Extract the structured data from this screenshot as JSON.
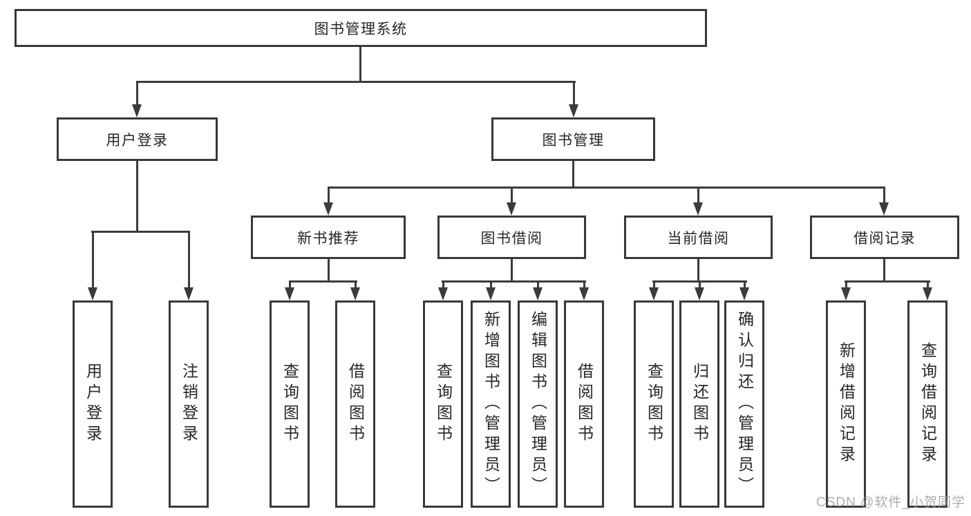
{
  "diagram": {
    "title": "图书管理系统",
    "watermark": "CSDN @软件_小贺同学",
    "colors": {
      "line": "#3b3b3b",
      "box_border": "#383838",
      "text": "#262626",
      "watermark": "#9e9e9e",
      "background": "#ffffff"
    },
    "nodes": {
      "root": {
        "label": "图书管理系统",
        "children": [
          "user_login_group",
          "book_mgmt"
        ]
      },
      "user_login_group": {
        "label": "用户登录",
        "children": [
          "login",
          "logout"
        ]
      },
      "book_mgmt": {
        "label": "图书管理",
        "children": [
          "new_book_rec",
          "book_borrow",
          "current_borrow",
          "borrow_records"
        ]
      },
      "new_book_rec": {
        "label": "新书推荐",
        "children": [
          "nbr_query",
          "nbr_borrow"
        ]
      },
      "book_borrow": {
        "label": "图书借阅",
        "children": [
          "bb_query",
          "bb_add",
          "bb_edit",
          "bb_borrow"
        ]
      },
      "current_borrow": {
        "label": "当前借阅",
        "children": [
          "cb_query",
          "cb_return",
          "cb_confirm"
        ]
      },
      "borrow_records": {
        "label": "借阅记录",
        "children": [
          "br_add",
          "br_query"
        ]
      },
      "login": {
        "label": "用户登录"
      },
      "logout": {
        "label": "注销登录"
      },
      "nbr_query": {
        "label": "查询图书"
      },
      "nbr_borrow": {
        "label": "借阅图书"
      },
      "bb_query": {
        "label": "查询图书"
      },
      "bb_add": {
        "label": "新增图书（管理员）"
      },
      "bb_edit": {
        "label": "编辑图书（管理员）"
      },
      "bb_borrow": {
        "label": "借阅图书"
      },
      "cb_query": {
        "label": "查询图书"
      },
      "cb_return": {
        "label": "归还图书"
      },
      "cb_confirm": {
        "label": "确认归还（管理员）"
      },
      "br_add": {
        "label": "新增借阅记录"
      },
      "br_query": {
        "label": "查询借阅记录"
      }
    }
  }
}
